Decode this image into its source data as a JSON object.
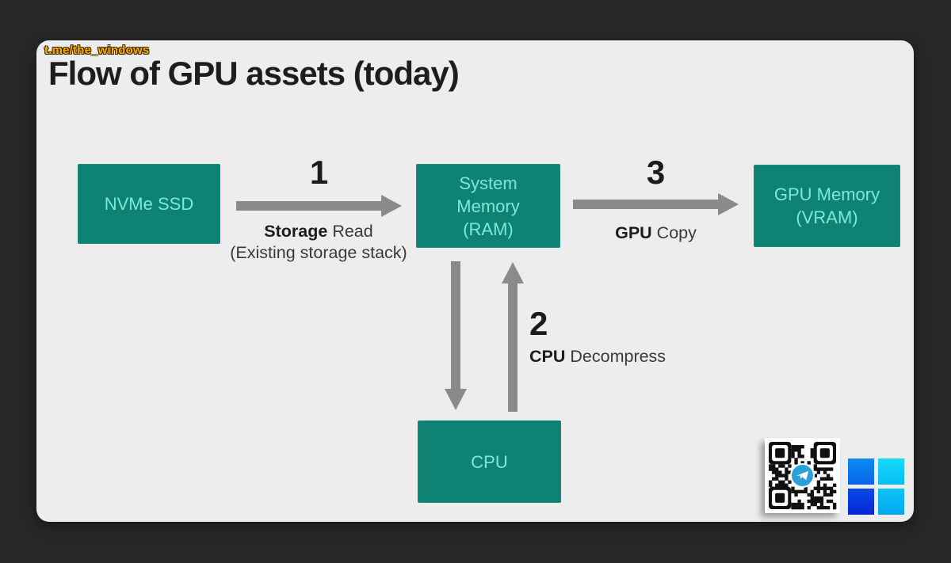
{
  "watermark": {
    "text": "t.me/the_windows",
    "color": "#ffaa00"
  },
  "slide": {
    "title": "Flow of GPU assets (today)",
    "background": "#ededed",
    "page_background": "#28282b"
  },
  "nodes": {
    "nvme": {
      "label": "NVMe SSD"
    },
    "sysmem": {
      "lines": [
        "System",
        "Memory",
        "(RAM)"
      ]
    },
    "gpumem": {
      "lines": [
        "GPU Memory",
        "(VRAM)"
      ]
    },
    "cpu": {
      "label": "CPU"
    }
  },
  "steps": {
    "step1": {
      "number": "1",
      "label_bold": "Storage",
      "label_rest": " Read",
      "sublabel": "(Existing storage stack)"
    },
    "step2": {
      "number": "2",
      "label_bold": "CPU",
      "label_rest": " Decompress"
    },
    "step3": {
      "number": "3",
      "label_bold": "GPU",
      "label_rest": " Copy"
    }
  },
  "colors": {
    "node_fill": "#0e8374",
    "node_text": "#7de8da",
    "arrow": "#8a8a8a",
    "label_text": "#1c1c1c",
    "telegram_blue": "#2b9fd8",
    "windows_blue_tl": "#0a78ee",
    "windows_blue_tr": "#0ccdf5",
    "windows_blue_bl": "#0838dd",
    "windows_blue_br": "#08b5f1"
  },
  "icons": {
    "qr": "qr-code",
    "telegram": "telegram-paper-plane",
    "windows": "windows-logo"
  }
}
